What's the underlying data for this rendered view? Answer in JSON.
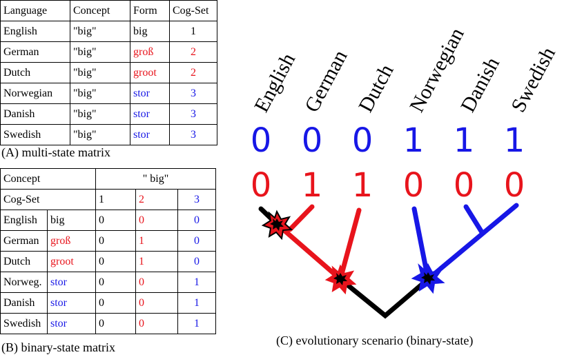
{
  "colors": {
    "red": "#e8141c",
    "blue": "#1717e6",
    "black": "#000000"
  },
  "matrixA": {
    "headers": [
      "Language",
      "Concept",
      "Form",
      "Cog-Set"
    ],
    "rows": [
      {
        "language": "English",
        "concept": "\"big\"",
        "form": "big",
        "cog": "1",
        "color": "black"
      },
      {
        "language": "German",
        "concept": "\"big\"",
        "form": "groß",
        "cog": "2",
        "color": "red"
      },
      {
        "language": "Dutch",
        "concept": "\"big\"",
        "form": "groot",
        "cog": "2",
        "color": "red"
      },
      {
        "language": "Norwegian",
        "concept": "\"big\"",
        "form": "stor",
        "cog": "3",
        "color": "blue"
      },
      {
        "language": "Danish",
        "concept": "\"big\"",
        "form": "stor",
        "cog": "3",
        "color": "blue"
      },
      {
        "language": "Swedish",
        "concept": "\"big\"",
        "form": "stor",
        "cog": "3",
        "color": "blue"
      }
    ],
    "caption": "(A) multi-state matrix"
  },
  "matrixB": {
    "concept_label": "Concept",
    "concept_value": "\" big\"",
    "cogset_label": "Cog-Set",
    "cogsets": [
      "1",
      "2",
      "3"
    ],
    "rows": [
      {
        "language": "English",
        "form": "big",
        "bits": [
          "0",
          "0",
          "0"
        ],
        "formColor": "black"
      },
      {
        "language": "German",
        "form": "groß",
        "bits": [
          "0",
          "1",
          "0"
        ],
        "formColor": "red"
      },
      {
        "language": "Dutch",
        "form": "groot",
        "bits": [
          "0",
          "1",
          "0"
        ],
        "formColor": "red"
      },
      {
        "language": "Norweg.",
        "form": "stor",
        "bits": [
          "0",
          "0",
          "1"
        ],
        "formColor": "blue"
      },
      {
        "language": "Danish",
        "form": "stor",
        "bits": [
          "0",
          "0",
          "1"
        ],
        "formColor": "blue"
      },
      {
        "language": "Swedish",
        "form": "stor",
        "bits": [
          "0",
          "0",
          "1"
        ],
        "formColor": "blue"
      }
    ],
    "caption": "(B) binary-state matrix"
  },
  "tree": {
    "languages": [
      "English",
      "German",
      "Dutch",
      "Norwegian",
      "Danish",
      "Swedish"
    ],
    "blue_row": [
      "0",
      "0",
      "0",
      "1",
      "1",
      "1"
    ],
    "red_row": [
      "0",
      "1",
      "1",
      "0",
      "0",
      "0"
    ],
    "caption": "(C) evolutionary scenario (binary-state)"
  }
}
